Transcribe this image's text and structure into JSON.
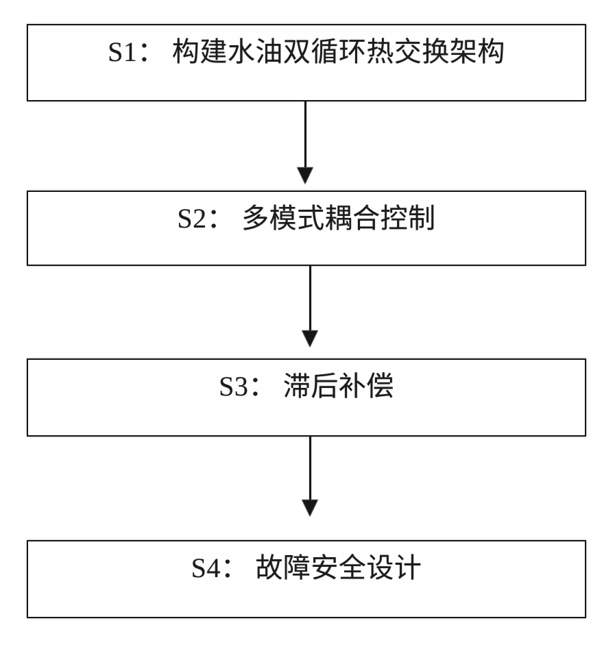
{
  "flowchart": {
    "background_color": "#ffffff",
    "line_color": "#161616",
    "text_color": "#1c1c1c",
    "steps": [
      {
        "id": "S1",
        "label": "S1：",
        "title": "构建水油双循环热交换架构"
      },
      {
        "id": "S2",
        "label": "S2：",
        "title": "多模式耦合控制"
      },
      {
        "id": "S3",
        "label": "S3：",
        "title": "滞后补偿"
      },
      {
        "id": "S4",
        "label": "S4：",
        "title": "故障安全设计"
      }
    ],
    "connectors": [
      {
        "from": "S1",
        "to": "S2",
        "style": "solid-down-arrow"
      },
      {
        "from": "S2",
        "to": "S3",
        "style": "solid-down-arrow"
      },
      {
        "from": "S3",
        "to": "S4",
        "style": "solid-down-arrow"
      }
    ]
  }
}
